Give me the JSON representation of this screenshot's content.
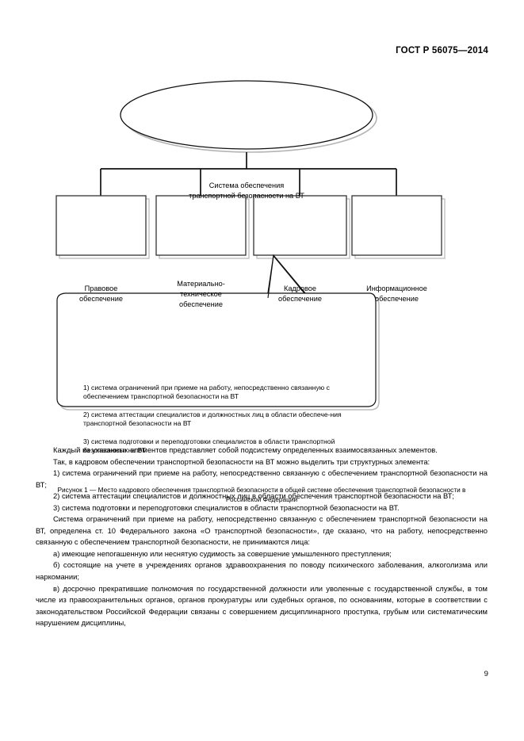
{
  "header": {
    "standard_id": "ГОСТ Р 56075—2014"
  },
  "figure": {
    "root_node": {
      "label": "Система обеспечения\nтранспортной безопасности на ВТ"
    },
    "branches": [
      {
        "label": "Правовое\nобеспечение"
      },
      {
        "label": "Материально-\nтехническое\nобеспечение"
      },
      {
        "label": "Кадровое\nобеспечение"
      },
      {
        "label": "Информационное\nобеспечение"
      }
    ],
    "callout_items": [
      "1) система ограничений при приеме на работу, непосредственно связанную с обеспечением транспортной безопасности на ВТ",
      "2) система аттестации специалистов и должностных лиц в области обеспече-ния транспортной безопасности на ВТ",
      "3) система подготовки и переподготовки специалистов в области транспортной безопасности на ВТ"
    ],
    "caption": "Рисунок 1 — Место кадрового обеспечения транспортной безопасности в общей системе обеспечения транспортной безопасности в Российской Федерации"
  },
  "body": {
    "paragraphs": [
      "Каждый из указанных элементов представляет собой подсистему определенных взаимосвязанных элементов.",
      "Так, в кадровом обеспечении транспортной безопасности на ВТ можно выделить три структурных элемента:",
      "1) система ограничений при приеме на работу, непосредственно связанную с обеспечением транспортной безопасности на ВТ;",
      "2) система аттестации специалистов и должностных лиц в области обеспечения транспортной безопасности на ВТ;",
      "3) система подготовки и переподготовки специалистов в области транспортной безопасности на ВТ.",
      "Система ограничений при приеме на работу, непосредственно связанную с обеспечением транспортной безопасности на ВТ, определена ст. 10 Федерального закона «О транспортной безопасности», где сказано, что на работу, непосредственно связанную с обеспечением транспортной безопасности, не принимаются лица:",
      "а) имеющие непогашенную или неснятую судимость за совершение умышленного преступления;",
      "б) состоящие на учете в учреждениях органов здравоохранения по поводу психического заболевания, алкоголизма или наркомании;",
      "в) досрочно прекратившие полномочия по государственной должности или уволенные с государственной службы, в том числе из правоохранительных органов, органов прокуратуры или судебных органов, по основаниям, которые в соответствии с законодательством Российской Федерации связаны с совершением дисциплинарного проступка, грубым или систематическим нарушением дисциплины,"
    ]
  },
  "footer": {
    "page_number": "9"
  },
  "colors": {
    "text": "#000000",
    "stroke": "#1a1a1a",
    "shadow": "#9a9a9a",
    "background": "#ffffff"
  }
}
